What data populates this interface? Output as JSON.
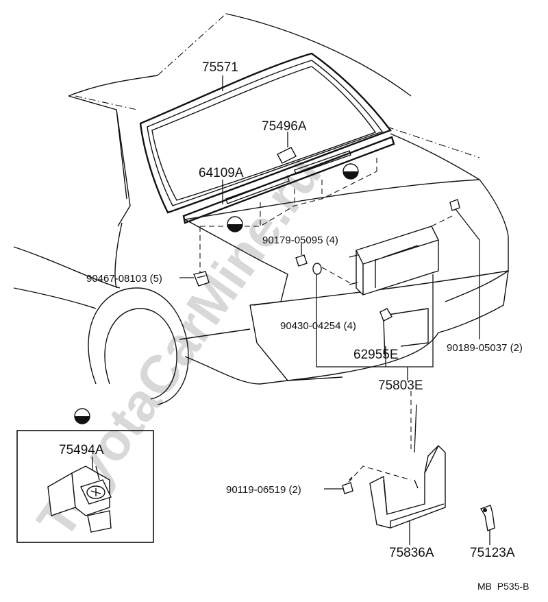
{
  "watermark": "ToyotaCarMine.ru",
  "reference_code": "MB  P535-B",
  "parts": {
    "glass_weatherstrip": "75571",
    "emblem_clip": "75496A",
    "glass_molding": "64109A",
    "nut": "90179-05095 (4)",
    "clip": "90467-08103 (5)",
    "grommet": "90430-04254 (4)",
    "bolt_right": "90189-05037 (2)",
    "bracket": "62955E",
    "garnish_assy": "75803E",
    "inset_part": "75494A",
    "screw": "90119-06519 (2)",
    "license_bracket": "75836A",
    "lamp_clip": "75123A"
  },
  "icons": {
    "marker": "half-filled-circle-icon"
  }
}
